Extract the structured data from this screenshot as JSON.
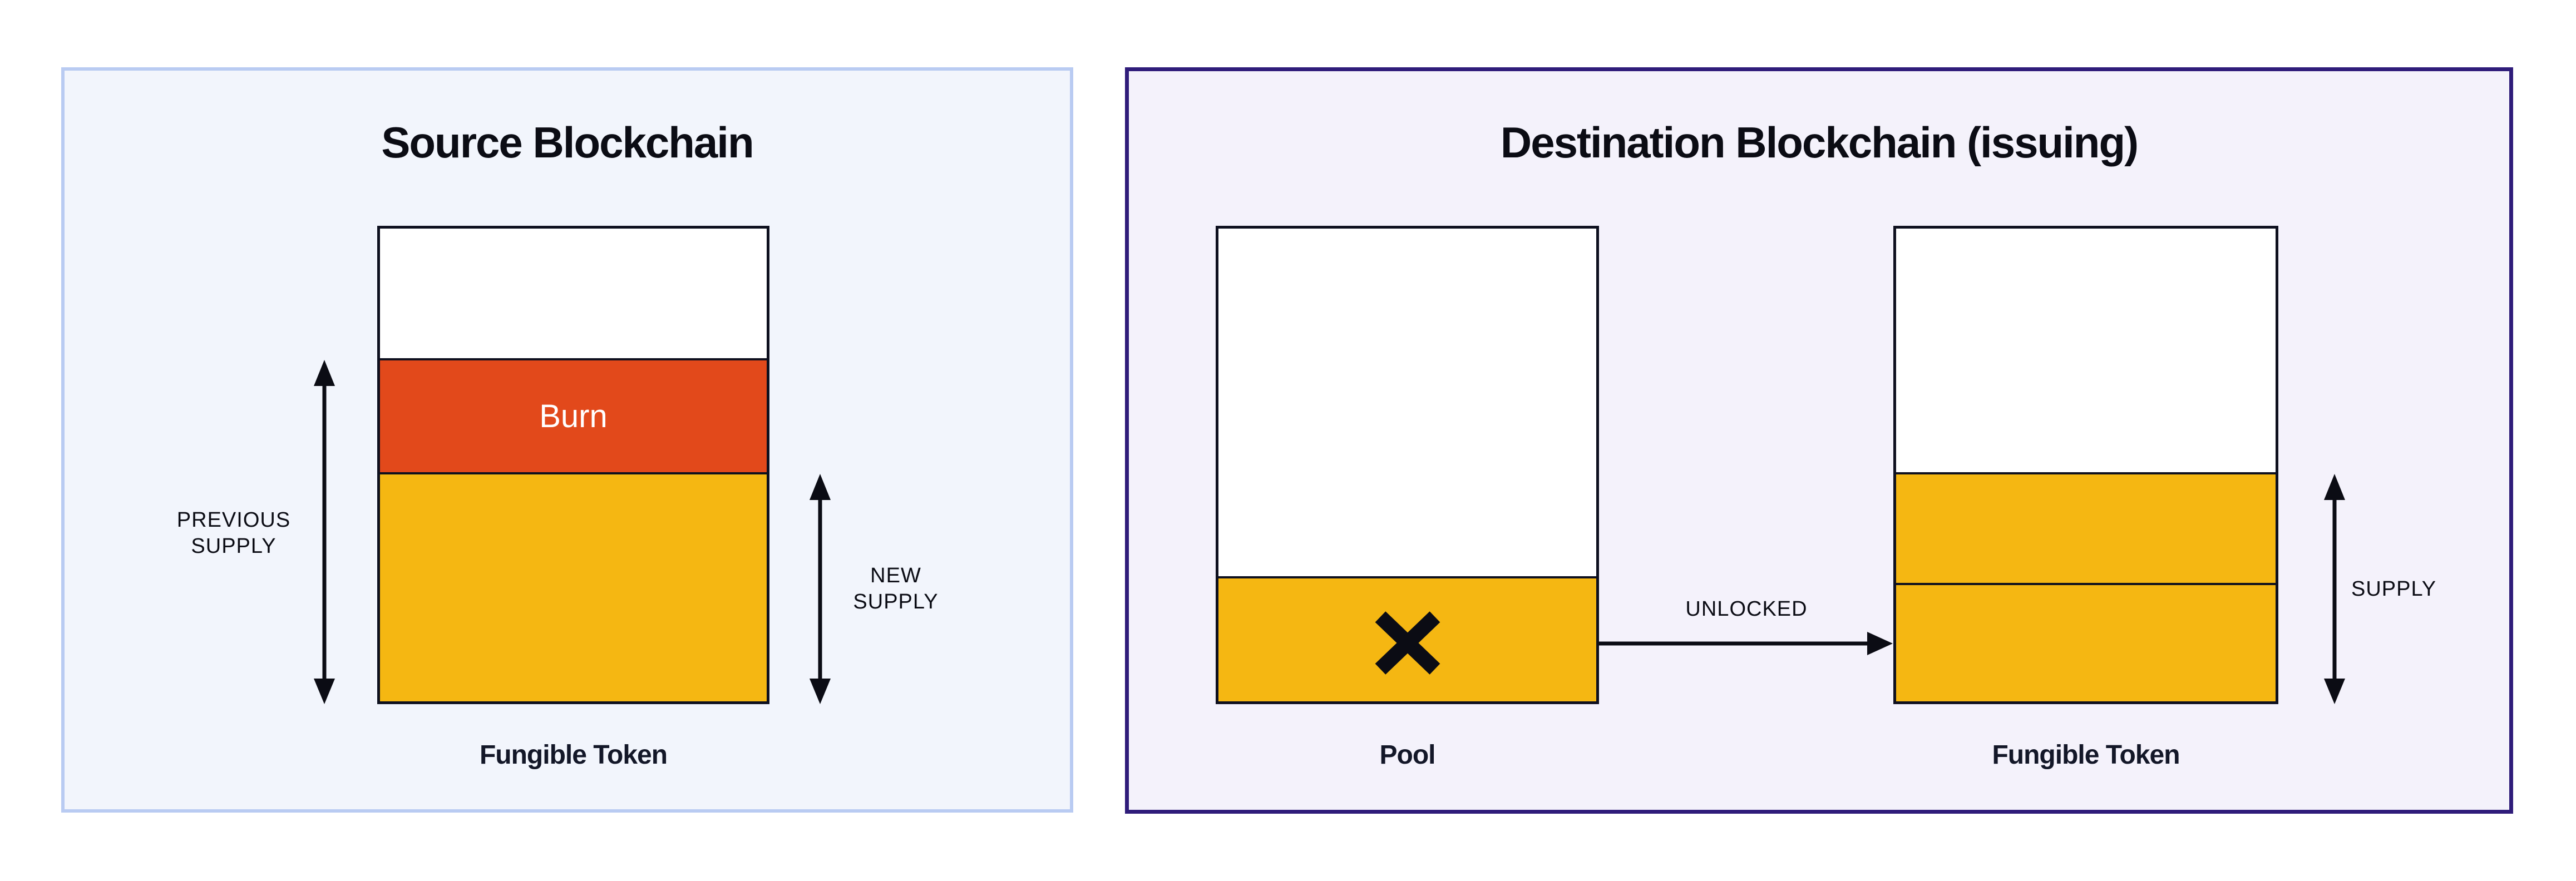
{
  "colors": {
    "accent_orange": "#E2491B",
    "accent_yellow": "#F5B712",
    "ink": "#0B0C14",
    "left_panel_bg": "#F2F5FC",
    "left_panel_border": "#B9CBF2",
    "right_panel_bg": "#F4F2FB",
    "right_panel_border": "#2F1C7A"
  },
  "left_panel": {
    "title": "Source Blockchain",
    "burn_label": "Burn",
    "token_label": "Fungible Token",
    "previous_supply_line1": "PREVIOUS",
    "previous_supply_line2": "SUPPLY",
    "new_supply_line1": "NEW",
    "new_supply_line2": "SUPPLY"
  },
  "right_panel": {
    "title": "Destination Blockchain (issuing)",
    "pool_label": "Pool",
    "token_label": "Fungible Token",
    "unlocked_label": "UNLOCKED",
    "supply_label": "SUPPLY",
    "x_mark": "✕"
  }
}
